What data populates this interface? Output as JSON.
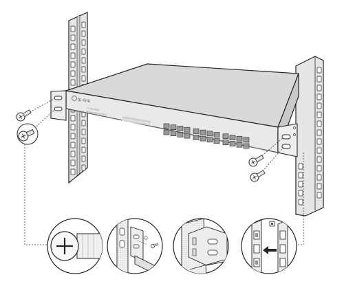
{
  "diagram": {
    "brand_text": "tp-link",
    "model_text": "TL-SG1024D",
    "model_subtext": "24-Port Gigabit Switch",
    "port_count": 24,
    "colors": {
      "outline": "#222222",
      "rail_fill": "#e6e6e6",
      "switch_top": "#d9d9d9",
      "switch_front": "#e9e9e9",
      "port_fill": "#9a9a9a",
      "guide_line": "#333333"
    },
    "parts": [
      "rack-rail-left",
      "rack-rail-right",
      "switch",
      "mounting-ear-left",
      "mounting-ear-right",
      "rack-screw",
      "detail-screw",
      "detail-ear-attach",
      "detail-ear-installed",
      "detail-rail-insert"
    ]
  }
}
